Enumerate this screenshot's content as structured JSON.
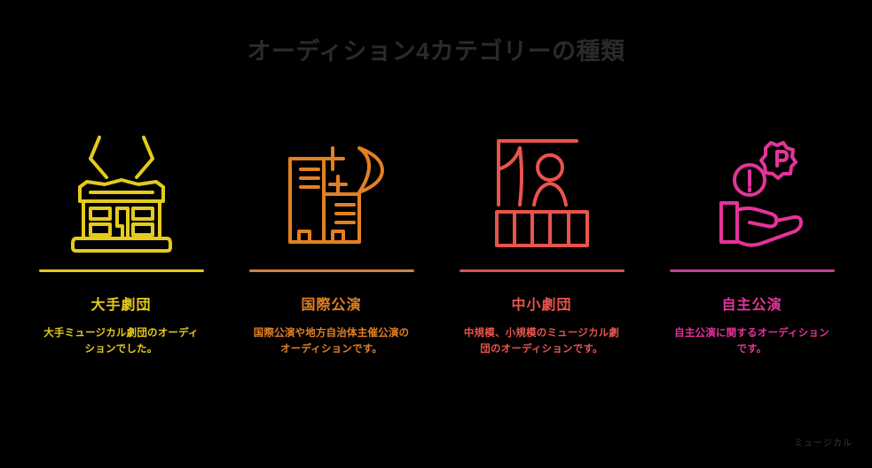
{
  "page": {
    "background_color": "#000000",
    "title": "オーディション4カテゴリーの種類"
  },
  "watermark": {
    "text": "ミュージカル"
  },
  "columns": [
    {
      "id": "major-troupe",
      "icon_name": "theater-stage-spotlight-icon",
      "accent_color": "#E4CB1C",
      "divider_color": "#E4CB1C",
      "heading": "大手劇団",
      "body": "大手ミュージカル劇団のオーディションでした。"
    },
    {
      "id": "international-performance",
      "icon_name": "city-buildings-moon-stars-icon",
      "accent_color": "#E28023",
      "divider_color": "#CE8241",
      "heading": "国際公演",
      "body": "国際公演や地方自治体主催公演のオーディションです。"
    },
    {
      "id": "small-medium-troupe",
      "icon_name": "stage-performer-audience-seats-icon",
      "accent_color": "#E8544C",
      "divider_color": "#CF5456",
      "heading": "中小劇団",
      "body": "中規模、小規模のミュージカル劇団のオーディションです。"
    },
    {
      "id": "self-produced-performance",
      "icon_name": "hand-holding-coins-icon",
      "accent_color": "#E5339A",
      "divider_color": "#C04099",
      "heading": "自主公演",
      "body": "自主公演に関するオーディションです。"
    }
  ]
}
